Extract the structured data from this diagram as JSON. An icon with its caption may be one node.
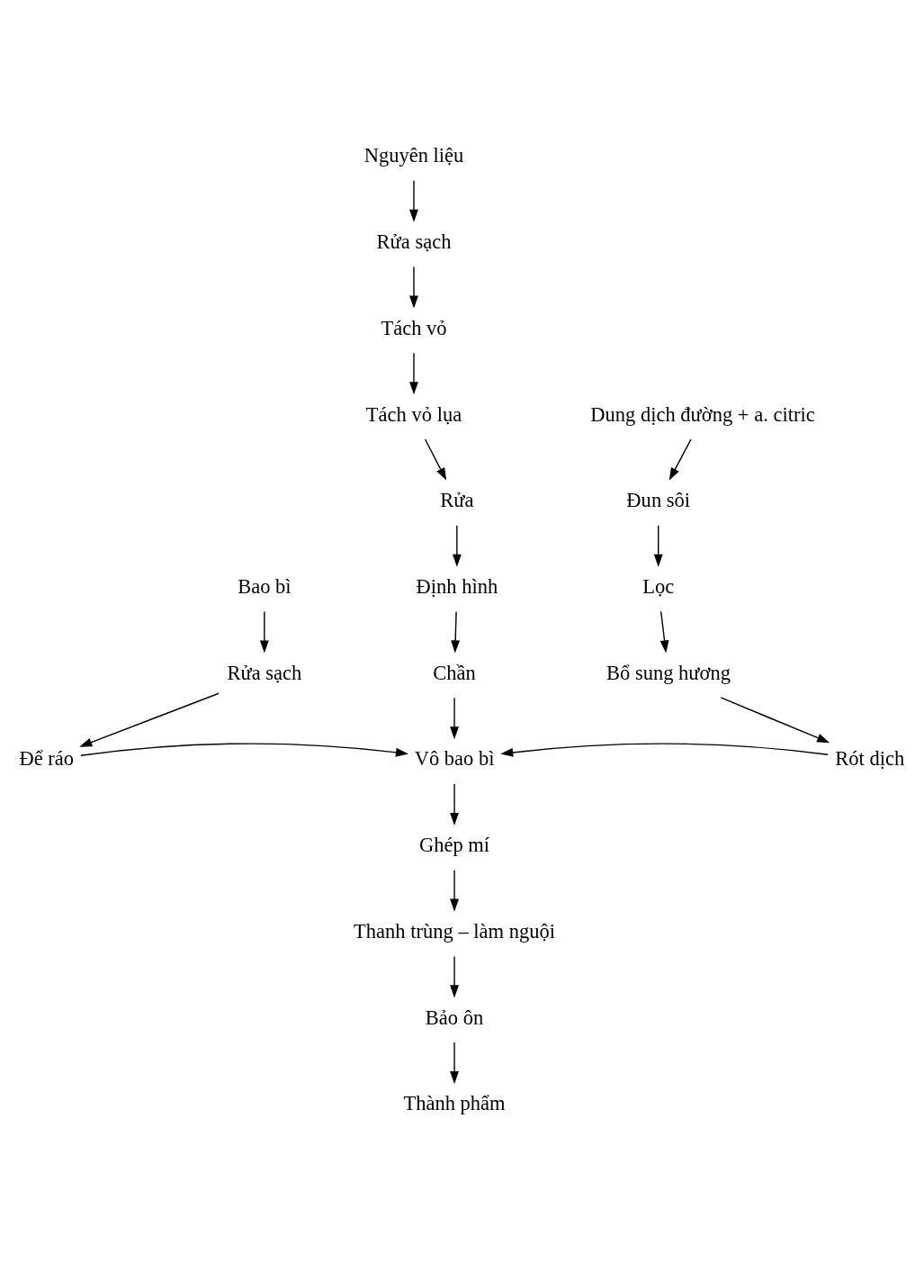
{
  "diagram": {
    "nodes": [
      {
        "text": [
          "Nguyên liệu"
        ]
      },
      {
        "text": [
          "Rửa sạch"
        ]
      },
      {
        "text": [
          "Tách vỏ"
        ]
      },
      {
        "text": [
          "Tách vỏ lụa"
        ]
      },
      {
        "text": [
          "Dung dịch đường + a. citric"
        ]
      },
      {
        "text": [
          "Rửa"
        ]
      },
      {
        "text": [
          "Đun sôi"
        ]
      },
      {
        "text": [
          "Bao bì"
        ]
      },
      {
        "text": [
          "Định hình"
        ]
      },
      {
        "text": [
          "Lọc"
        ]
      },
      {
        "text": [
          "Rửa sạch"
        ]
      },
      {
        "text": [
          "Chần"
        ]
      },
      {
        "text": [
          "Bổ sung hương"
        ]
      },
      {
        "text": [
          "Để ráo"
        ]
      },
      {
        "text": [
          "Vô bao bì"
        ]
      },
      {
        "text": [
          "Rót dịch"
        ]
      },
      {
        "text": [
          "Ghép mí"
        ]
      },
      {
        "text": [
          "Thanh trùng – làm nguội"
        ]
      },
      {
        "text": [
          "Bảo ôn"
        ]
      },
      {
        "text": [
          "Thành phẩm"
        ]
      }
    ],
    "edges": [
      {
        "from": 0,
        "to": 1,
        "arrow": "to"
      },
      {
        "from": 1,
        "to": 2,
        "arrow": "to"
      },
      {
        "from": 2,
        "to": 3,
        "arrow": "to"
      },
      {
        "from": 3,
        "to": 5,
        "arrow": "to"
      },
      {
        "from": 5,
        "to": 8,
        "arrow": "to"
      },
      {
        "from": 8,
        "to": 11,
        "arrow": "to"
      },
      {
        "from": 11,
        "to": 14,
        "arrow": "to"
      },
      {
        "from": 14,
        "to": 16,
        "arrow": "to"
      },
      {
        "from": 16,
        "to": 17,
        "arrow": "to"
      },
      {
        "from": 17,
        "to": 18,
        "arrow": "to"
      },
      {
        "from": 18,
        "to": 19,
        "arrow": "to"
      },
      {
        "from": 4,
        "to": 6,
        "arrow": "to"
      },
      {
        "from": 6,
        "to": 9,
        "arrow": "to"
      },
      {
        "from": 9,
        "to": 12,
        "arrow": "to"
      },
      {
        "from": 12,
        "to": 15,
        "arrow": "to"
      },
      {
        "from": 15,
        "to": 14,
        "arrow": "to"
      },
      {
        "from": 7,
        "to": 10,
        "arrow": "to"
      },
      {
        "from": 10,
        "to": 13,
        "arrow": "to"
      },
      {
        "from": 13,
        "to": 14,
        "arrow": "to"
      }
    ]
  }
}
